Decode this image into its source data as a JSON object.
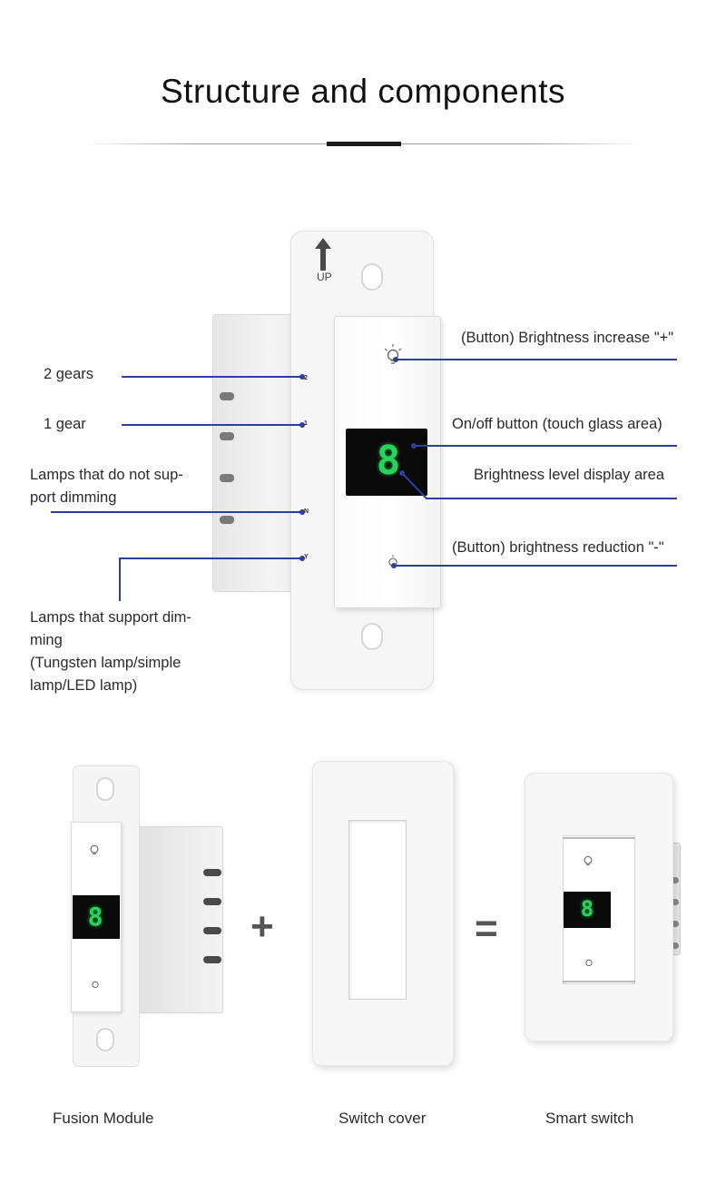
{
  "title": "Structure and components",
  "switch": {
    "up_label": "UP",
    "display_digit": "8",
    "terminals": [
      "2",
      "1",
      "N",
      "Y"
    ]
  },
  "labels": {
    "two_gears": "2 gears",
    "one_gear": "1 gear",
    "non_dimming": [
      "Lamps that do not sup-",
      "port dimming"
    ],
    "dimming": [
      "Lamps that support dim-",
      "ming",
      "(Tungsten lamp/simple",
      "lamp/LED lamp)"
    ],
    "increase": "(Button) Brightness increase \"+\"",
    "onoff": "On/off button (touch glass area)",
    "level": "Brightness level display area",
    "reduction": "(Button) brightness reduction \"-\""
  },
  "operators": {
    "plus": "+",
    "equals": "="
  },
  "captions": {
    "fusion_module": "Fusion Module",
    "switch_cover": "Switch cover",
    "smart_switch": "Smart switch"
  },
  "colors": {
    "leader": "#2b3f9b",
    "digit": "#27d35a",
    "display": "#0a0a0a"
  },
  "icons": [
    "bulb-icon",
    "up-arrow-icon"
  ]
}
